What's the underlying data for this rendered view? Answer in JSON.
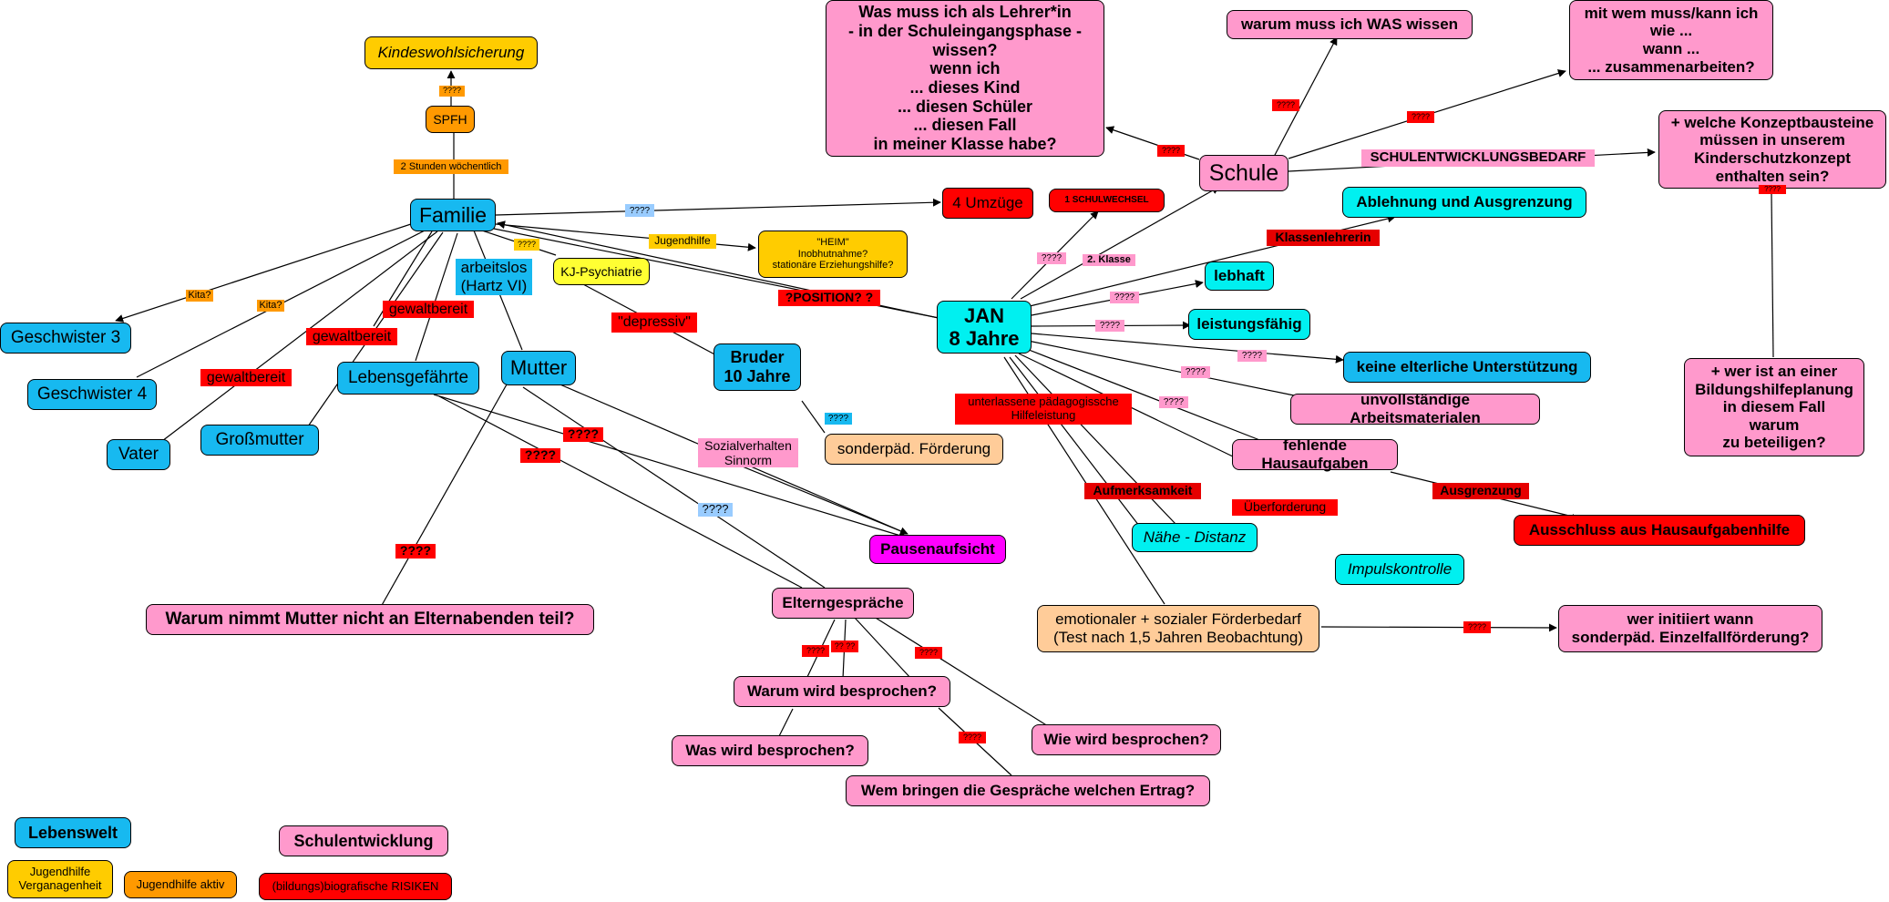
{
  "colors": {
    "blue": "#17b9f0",
    "cyan": "#00f0f0",
    "pink": "#ff99cc",
    "red": "#ff0000",
    "orange": "#ff9900",
    "gold": "#ffcc00",
    "yellow": "#ffff33",
    "peach": "#ffcc99",
    "magenta": "#ff00ff",
    "lightblue": "#99ccff",
    "darkred": "#e60000"
  },
  "nodes": {
    "kindeswohl": "Kindeswohlsicherung",
    "spfh": "SPFH",
    "familie": "Familie",
    "umzuege": "4 Umzüge",
    "schulwechsel": "1 SCHULWECHSEL",
    "jugendhilfe_lbl": "Jugendhilfe",
    "heim": "\"HEIM\"\nInobhutnahme?\nstationäre Erziehungshilfe?",
    "kj_psych": "KJ-Psychiatrie",
    "arbeitslos": "arbeitslos\n(Hartz VI)",
    "depressiv": "\"depressiv\"",
    "geschwister3": "Geschwister 3",
    "geschwister4": "Geschwister 4",
    "vater": "Vater",
    "grossmutter": "Großmutter",
    "lebensgefaehrte": "Lebensgefährte",
    "mutter": "Mutter",
    "bruder": "Bruder\n10 Jahre",
    "sonderpaed": "sonderpäd. Förderung",
    "sozialverhalten": "Sozialverhalten\nSinnorm",
    "pausenaufsicht": "Pausenaufsicht",
    "elterngespraeche": "Elterngespräche",
    "warum_mutter": "Warum nimmt Mutter nicht an Elternabenden teil?",
    "warum_besprochen": "Warum wird besprochen?",
    "was_besprochen": "Was wird besprochen?",
    "wie_besprochen": "Wie wird besprochen?",
    "wem_bringen": "Wem bringen die Gespräche welchen Ertrag?",
    "was_muss": "Was muss ich als Lehrer*in\n- in der Schuleingangsphase -\nwissen?\nwenn ich\n... dieses Kind\n... diesen Schüler\n... diesen Fall\nin meiner Klasse habe?",
    "warum_was": "warum muss ich WAS wissen",
    "mit_wem": "mit wem muss/kann ich\nwie ...\nwann ...\n... zusammenarbeiten?",
    "schule": "Schule",
    "konzept": "+ welche Konzeptbausteine\nmüssen in unserem\nKinderschutzkonzept\nenthalten sein?",
    "ablehnung": "Ablehnung und Ausgrenzung",
    "lebhaft": "lebhaft",
    "jan": "JAN\n8 Jahre",
    "leistungsfaehig": "leistungsfähig",
    "keine_eltern": "keine elterliche Unterstützung",
    "unvollstaendig": "unvollständige Arbeitsmaterialen",
    "fehlende_ha": "fehlende Hausaufgaben",
    "ausschluss": "Ausschluss aus Hausaufgabenhilfe",
    "naehe": "Nähe - Distanz",
    "impuls": "Impulskontrolle",
    "bildungshilfe": "+ wer ist an einer\nBildungshilfeplanung\nin diesem Fall\nwarum\nzu beteiligen?",
    "unterlassene": "unterlassene pädagogissche\nHilfeleistung",
    "emotional": "emotionaler + sozialer Förderbedarf\n(Test nach 1,5 Jahren Beobachtung)",
    "wer_initiiert": "wer initiiert wann\nsonderpäd. Einzelfallförderung?",
    "lebenswelt": "Lebenswelt",
    "schulentwicklung": "Schulentwicklung",
    "legend_jh_verg": "Jugendhilfe\nVerganagenheit",
    "legend_jh_aktiv": "Jugendhilfe aktiv",
    "legend_risiken": "(bildungs)biografische RISIKEN"
  },
  "edge_labels": {
    "q": "????",
    "q_alt": "?? ??",
    "kita": "Kita?",
    "gewaltbereit": "gewaltbereit",
    "zwei_stunden": "2 Stunden wöchentlich",
    "position": "?POSITION? ?",
    "zweite_klasse": "2. Klasse",
    "klassenlehrerin": "Klassenlehrerin",
    "schulentwicklungsbedarf": "SCHULENTWICKLUNGSBEDARF",
    "aufmerksamkeit": "Aufmerksamkeit",
    "ueberforderung": "Überforderung",
    "ausgrenzung": "Ausgrenzung"
  }
}
